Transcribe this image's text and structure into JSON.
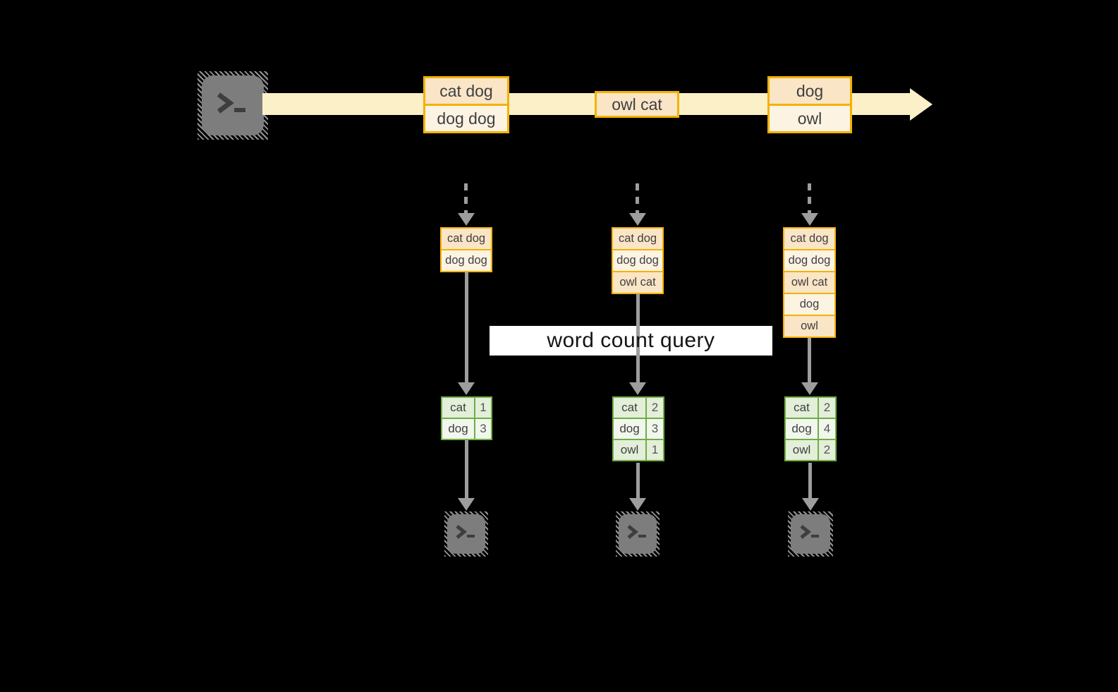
{
  "query": {
    "label": "word count query"
  },
  "stream": {
    "source_icon": "terminal-prompt",
    "events": [
      {
        "cells": [
          "cat dog",
          "dog dog"
        ]
      },
      {
        "cells": [
          "owl cat"
        ]
      },
      {
        "cells": [
          "dog",
          "owl"
        ]
      }
    ]
  },
  "columns": [
    {
      "sink_icon": "terminal-prompt",
      "buffer": [
        "cat dog",
        "dog dog"
      ],
      "counts": [
        {
          "word": "cat",
          "count": "1"
        },
        {
          "word": "dog",
          "count": "3"
        }
      ]
    },
    {
      "sink_icon": "terminal-prompt",
      "buffer": [
        "cat dog",
        "dog dog",
        "owl cat"
      ],
      "counts": [
        {
          "word": "cat",
          "count": "2"
        },
        {
          "word": "dog",
          "count": "3"
        },
        {
          "word": "owl",
          "count": "1"
        }
      ]
    },
    {
      "sink_icon": "terminal-prompt",
      "buffer": [
        "cat dog",
        "dog dog",
        "owl cat",
        "dog",
        "owl"
      ],
      "counts": [
        {
          "word": "cat",
          "count": "2"
        },
        {
          "word": "dog",
          "count": "4"
        },
        {
          "word": "owl",
          "count": "2"
        }
      ]
    }
  ],
  "colors": {
    "background": "#000000",
    "stream_fill": "#FBF0C8",
    "event_border": "#F2B200",
    "event_fill_dark": "#FAE5C7",
    "event_fill_light": "#FDF3E3",
    "table_border": "#70AD47",
    "table_fill_dark": "#E3EFD9",
    "table_fill_light": "#F2F7ED",
    "arrow_gray": "#9D9D9D",
    "terminal_gray": "#7D7D7D",
    "query_bg": "#FFFFFF",
    "query_text": "#141414",
    "text": "#3F3F3F"
  }
}
